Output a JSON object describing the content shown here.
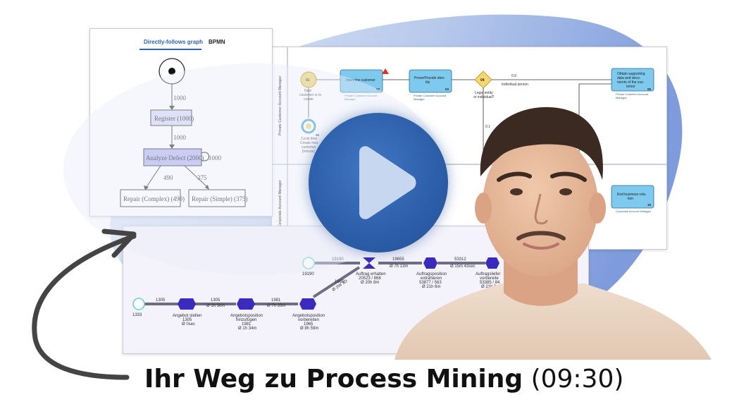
{
  "colors": {
    "accent": "#2f63ad",
    "blob": "#9fb6e6",
    "task_fill": "#7ec9ee",
    "gateway": "#f5d76e",
    "event_start": "#f1d36b",
    "hexagon": "#3a2ac0",
    "dfg_node": "#d6d8f7",
    "dfg_node_active": "#b0b3ee"
  },
  "dfg_card": {
    "tabs": [
      {
        "label": "Directly-follows graph",
        "active": true
      },
      {
        "label": "BPMN",
        "active": false
      }
    ],
    "edge_start": "1000",
    "node_register": "Register (1000)",
    "edge_register": "1000",
    "node_analyze": "Analyze Defect (2000)",
    "self_loop": "1000",
    "edge_left": "490",
    "edge_right": "375",
    "node_repair_complex": "Repair (Complex) (490)",
    "node_repair_simple": "Repair (Simple) (375)"
  },
  "bpmn_card": {
    "lane_top": "Private Customer Account Manager",
    "lane_bottom": "Corporate Account Manager",
    "start_number": "01",
    "start_label_1": "New",
    "start_label_2": "customer is to",
    "start_label_3": "create",
    "task1": "Interview customer",
    "task1_num": "02",
    "task1_role": "Private Customer Account",
    "task1_role_2": "Manager",
    "task2_1": "Prove/Provide iden-",
    "task2_2": "tity",
    "task2_num": "03",
    "task2_role": "Private Customer Account",
    "task2_role_2": "Manager",
    "gateway_num": "04",
    "gateway_label_1": "Legal entity",
    "gateway_label_2": "or individual?",
    "flow_prob_1": "0.9",
    "flow_label_1": "Individual person",
    "flow_prob_2": "0.1",
    "timer_num": "26",
    "timer_label_1": "Cycle time",
    "timer_label_2": "Create new",
    "timer_label_3": "customer",
    "timer_label_4": "[minute]",
    "task3_1": "Obtain supporting",
    "task3_2": "data and docu-",
    "task3_3": "ments of the cus-",
    "task3_4": "tomer",
    "task3_num": "05",
    "task3_role": "Private Customer Account",
    "task3_role_2": "Manager",
    "task4_1": "End business rela-",
    "task4_2": "tion",
    "task4_num": "19",
    "task4_role": "Corporate Account Manager"
  },
  "process_card": {
    "start_a_count": "1333",
    "edge_a": "1305",
    "node1": "Angebot stellen",
    "node1_count": "1305",
    "node1_time": "Ø 0sec",
    "edge_b": "1305",
    "edge_b_time": "Ø 1h 36m",
    "node2_1": "Angebotsposition",
    "node2_2": "hinzufügen",
    "node2_count": "1981",
    "node2_time": "Ø 1h 34m",
    "edge_c": "1981",
    "edge_c_time": "Ø 7h 33m",
    "node3_1": "Angebotsposition",
    "node3_2": "vorbereiten",
    "node3_count": "1965",
    "node3_time": "Ø 8h 59m",
    "edge_d": "1965",
    "edge_d_time": "Ø 2W 3D",
    "start_b_count": "19190",
    "edge_e": "19190",
    "node4": "Auftrag erhalten",
    "node4_count": "20523 / 868",
    "node4_time": "Ø 20h 8m",
    "edge_f": "19655",
    "edge_f_time": "Ø 7h 13m",
    "node5_1": "Auftragsposition",
    "node5_2": "extrahieren",
    "node5_count": "53877 / 563",
    "node5_time": "Ø 21h 6m",
    "edge_g": "53312",
    "edge_g_time": "Ø 15m 43sec",
    "node6_1": "Auftragsliefer",
    "node6_2": "vorbereite",
    "node6_count": "53385 / 84",
    "node6_time": "Ø 21h 34m"
  },
  "caption": {
    "title": "Ihr Weg zu Process Mining",
    "duration": "(09:30)"
  }
}
